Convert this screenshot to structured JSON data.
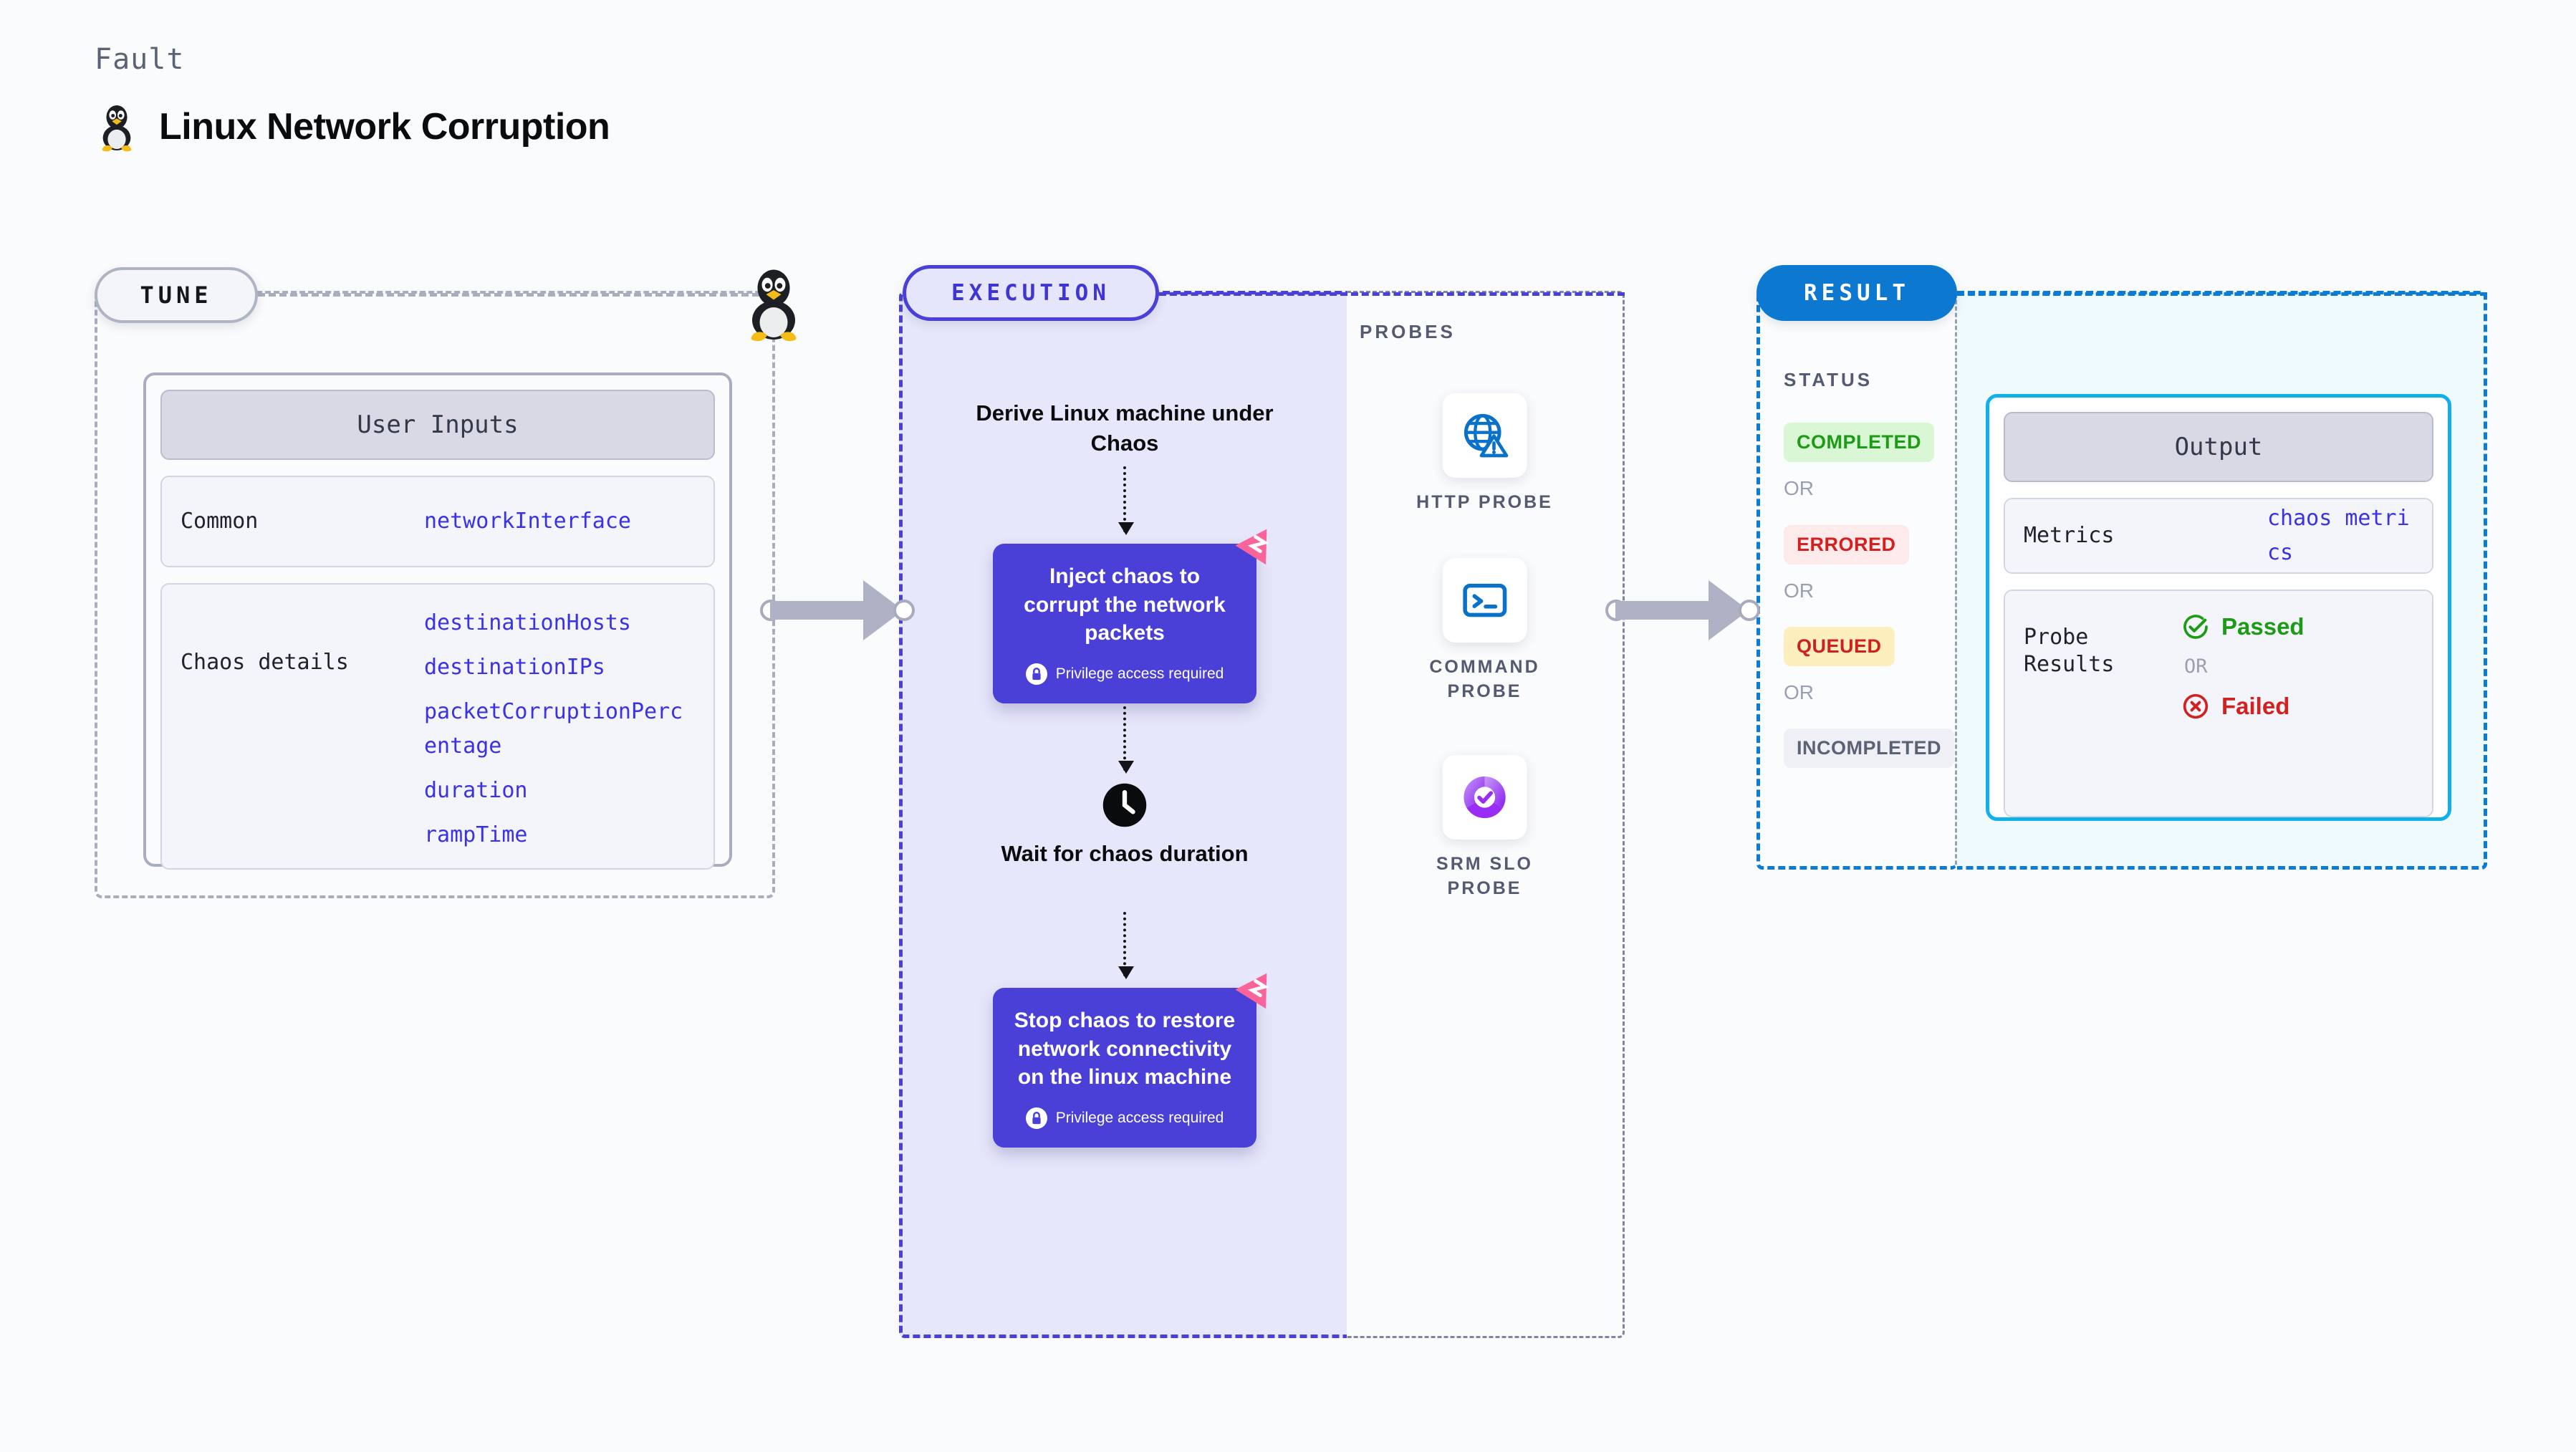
{
  "header": {
    "kicker": "Fault",
    "title": "Linux Network Corruption",
    "icon": "tux-penguin-icon"
  },
  "tune": {
    "pill_label": "TUNE",
    "card_title": "User Inputs",
    "rows": [
      {
        "label": "Common",
        "values": [
          "networkInterface"
        ]
      },
      {
        "label": "Chaos details",
        "values": [
          "destinationHosts",
          "destinationIPs",
          "packetCorruptionPercentage",
          "duration",
          "rampTime"
        ]
      }
    ]
  },
  "execution": {
    "pill_label": "EXECUTION",
    "start_text": "Derive Linux machine under Chaos",
    "inject_node": {
      "text": "Inject chaos to corrupt the network packets",
      "privilege": "Privilege access required",
      "badge": "chaos-badge-icon"
    },
    "wait_text": "Wait for chaos duration",
    "wait_icon": "clock-icon",
    "stop_node": {
      "text": "Stop chaos to restore network connectivity on the linux machine",
      "privilege": "Privilege access required",
      "badge": "chaos-badge-icon"
    }
  },
  "probes": {
    "label": "PROBES",
    "items": [
      {
        "label": "HTTP PROBE",
        "icon": "globe-warning-icon"
      },
      {
        "label": "COMMAND\nPROBE",
        "icon": "terminal-icon"
      },
      {
        "label": "SRM SLO\nPROBE",
        "icon": "slo-donut-check-icon"
      }
    ]
  },
  "result": {
    "pill_label": "RESULT",
    "status_label": "STATUS",
    "or_label": "OR",
    "statuses": [
      {
        "text": "COMPLETED",
        "bg": "#d9f7d5",
        "fg": "#1d9a16"
      },
      {
        "text": "ERRORED",
        "bg": "#fdeaea",
        "fg": "#d32020"
      },
      {
        "text": "QUEUED",
        "bg": "#fdeebe",
        "fg": "#cf2020"
      },
      {
        "text": "INCOMPLETED",
        "bg": "#eef0f5",
        "fg": "#5c6275"
      }
    ],
    "output": {
      "card_title": "Output",
      "metrics_label": "Metrics",
      "metrics_value": "chaos metrics",
      "probe_results_label": "Probe Results",
      "passed_text": "Passed",
      "failed_text": "Failed",
      "or_label": "OR"
    }
  },
  "colors": {
    "indigo": "#4a3fd6",
    "blue": "#0d78cf",
    "cyan": "#11b0ec",
    "pink": "#f9659b",
    "green": "#1d9a16",
    "red": "#d32020",
    "gray_dash": "#a8aebf"
  }
}
